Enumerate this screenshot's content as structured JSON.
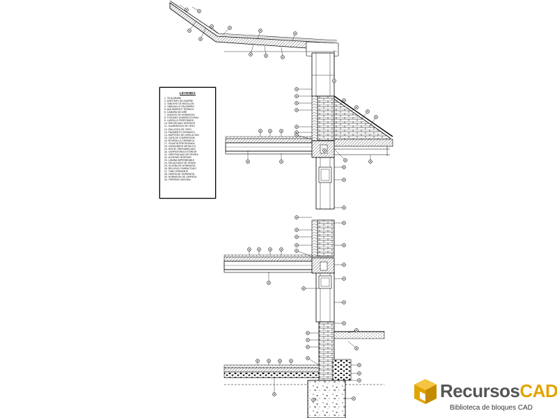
{
  "legend": {
    "title": "LEYENDA",
    "items": [
      "1- TEJA ARABE",
      "2- MORTERO DE AGARRE",
      "3- TABLERO DE RASILLON",
      "4- TABIQUILLO PALOMERO",
      "5- AISLAMIENTO TERMICO",
      "6- CAMARA DE AIRE",
      "7- ZUNCHO DE HORMIGON",
      "8- FORJADO UNIDIRECCIONAL",
      "9- LADRILLO PERFORADO",
      "10- ENFOSCADO INTERIOR",
      "11- GUARNECIDO DE YESO",
      "12- ENLUCIDO DE YESO",
      "13- PAVIMENTO CERAMICO",
      "14- MORTERO DE NIVELACION",
      "15- CAPA DE COMPRESION",
      "16- BOVEDILLA CERAMICA",
      "17- VIGUETA PRETENSADA",
      "18- CARGADERO METALICO",
      "19- DINTEL PREFABRICADO",
      "20- CARPINTERIA EXTERIOR",
      "21- VIERTEAGUAS DE PIEDRA",
      "22- ALFEIZAR INTERIOR",
      "23- LAMINA IMPERMEABLE",
      "24- ENCACHADO DE GRAVA",
      "25- SOLERA DE HORMIGON",
      "26- RELLENO COMPACTADO",
      "27- TUBO DRENANTE",
      "28- ZAPATA DE HORMIGON",
      "29- HORMIGON DE LIMPIEZA",
      "30- TERRENO NATURAL"
    ]
  },
  "logo": {
    "brand_part1": "Recursos",
    "brand_part2": "CAD",
    "tagline": "Biblioteca de bloques CAD",
    "color_gray": "#555555",
    "color_gold": "#e2a400"
  }
}
